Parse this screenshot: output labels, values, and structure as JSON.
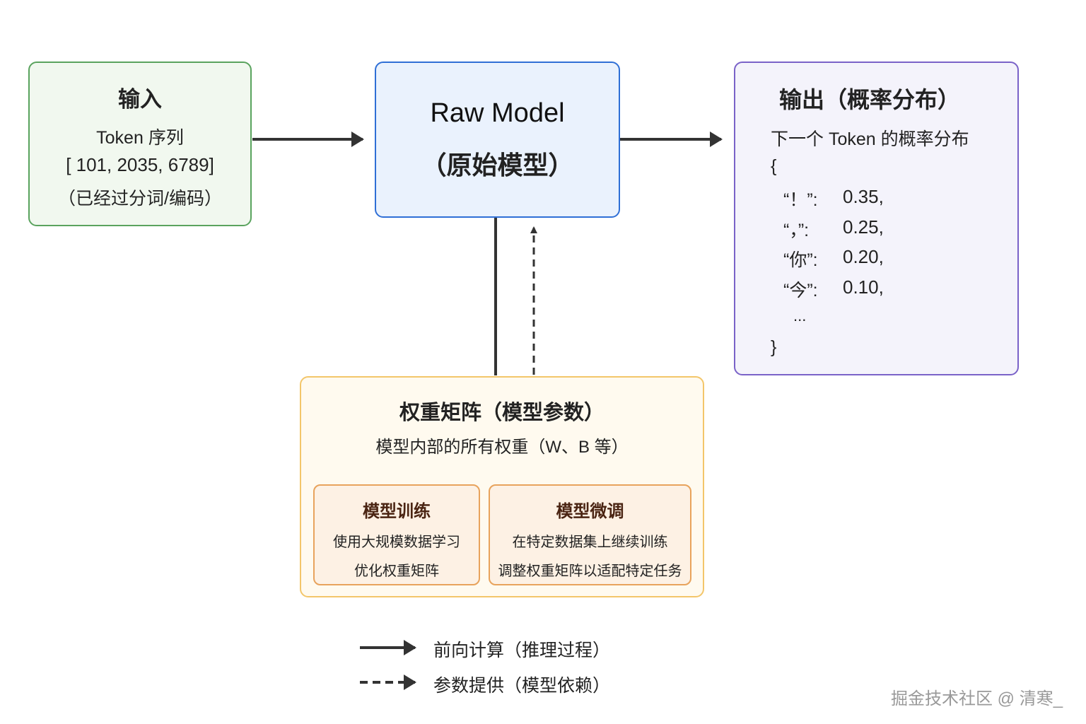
{
  "input": {
    "title": "输入",
    "line1": "Token 序列",
    "line2": "[ 101, 2035, 6789]",
    "line3": "（已经过分词/编码）"
  },
  "model": {
    "title": "Raw Model",
    "subtitle": "（原始模型）"
  },
  "output": {
    "title": "输出（概率分布）",
    "subtitle": "下一个 Token 的概率分布",
    "open_brace": "{",
    "entries": [
      {
        "token": "“！”:",
        "prob": "0.35,"
      },
      {
        "token": "“，”:",
        "prob": "0.25,"
      },
      {
        "token": "“你”:",
        "prob": "0.20,"
      },
      {
        "token": "“今”:",
        "prob": "0.10,"
      }
    ],
    "ellipsis": "...",
    "close_brace": "}"
  },
  "weights": {
    "title": "权重矩阵（模型参数）",
    "subtitle": "模型内部的所有权重（W、B 等）",
    "training": {
      "title": "模型训练",
      "line1": "使用大规模数据学习",
      "line2": "优化权重矩阵"
    },
    "finetune": {
      "title": "模型微调",
      "line1": "在特定数据集上继续训练",
      "line2": "调整权重矩阵以适配特定任务"
    }
  },
  "legend": {
    "solid": "前向计算（推理过程）",
    "dashed": "参数提供（模型依赖）"
  },
  "watermark": "掘金技术社区 @ 清寒_",
  "colors": {
    "input_border": "#5aa35e",
    "model_border": "#2f6fd6",
    "output_border": "#7a62c8",
    "weights_border": "#f3c66a",
    "sub_border": "#e8a35c",
    "arrow": "#333333"
  }
}
